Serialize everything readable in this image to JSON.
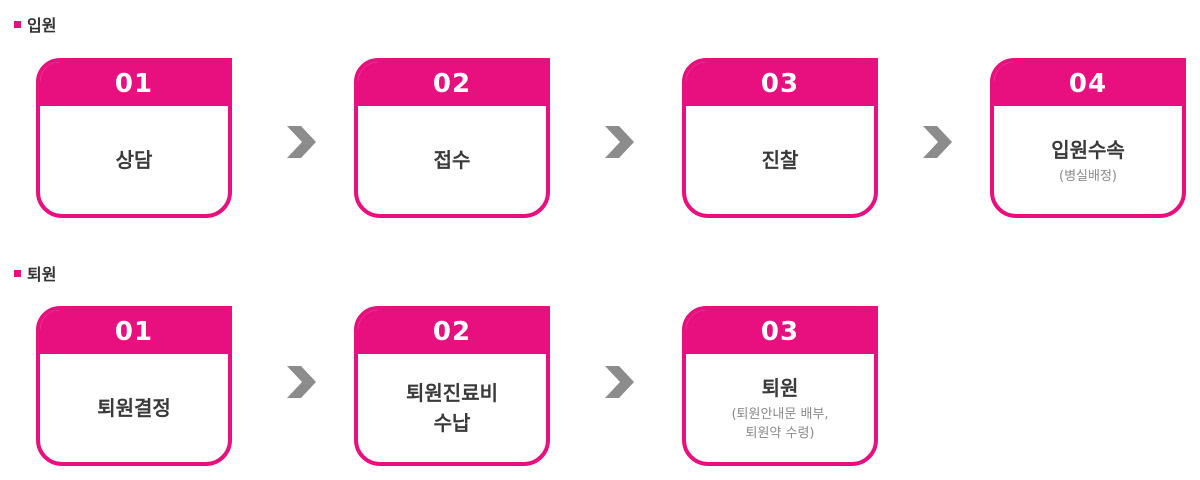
{
  "accent_color": "#e8107f",
  "arrow_color": "#8c8c8c",
  "sections": [
    {
      "title": "입원",
      "steps": [
        {
          "number": "01",
          "label": "상담",
          "sub": ""
        },
        {
          "number": "02",
          "label": "접수",
          "sub": ""
        },
        {
          "number": "03",
          "label": "진찰",
          "sub": ""
        },
        {
          "number": "04",
          "label": "입원수속",
          "sub": "(병실배정)"
        }
      ]
    },
    {
      "title": "퇴원",
      "steps": [
        {
          "number": "01",
          "label": "퇴원결정",
          "sub": ""
        },
        {
          "number": "02",
          "label": "퇴원진료비\n수납",
          "sub": ""
        },
        {
          "number": "03",
          "label": "퇴원",
          "sub": "(퇴원안내문 배부,\n퇴원약 수령)"
        }
      ]
    }
  ],
  "icons": {
    "arrow": "chevron-right-icon"
  }
}
